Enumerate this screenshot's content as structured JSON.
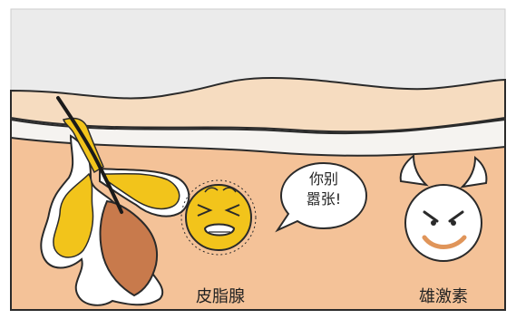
{
  "labels": {
    "sebaceous_gland": "皮脂腺",
    "androgen": "雄激素"
  },
  "speech_bubble": {
    "line1": "你别",
    "line2": "嚣张!"
  },
  "colors": {
    "background": "#ebebeb",
    "skin_surface": "#f6dcc0",
    "dermis": "#f4c298",
    "sebum": "#f2c41b",
    "follicle_bulb": "#c87a4c",
    "outline": "#2a2a2a",
    "devil_face": "#ffffff",
    "devil_smile": "#e0955a"
  },
  "icons": {
    "gland_character": "worried-face-icon",
    "androgen_character": "devil-face-icon",
    "hair": "hair-strand-icon"
  }
}
